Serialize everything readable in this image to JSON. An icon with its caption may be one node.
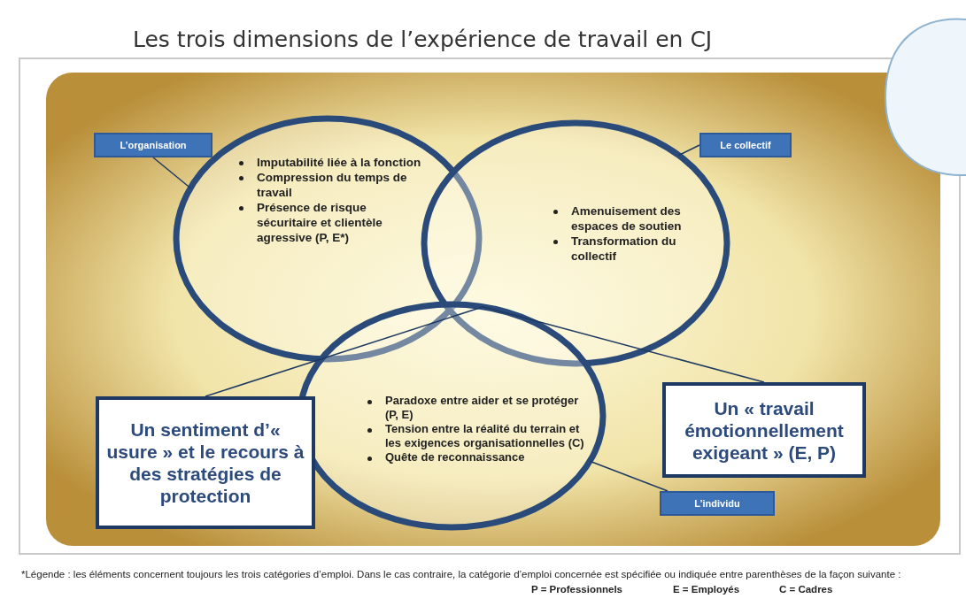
{
  "diagram": {
    "title": "Les trois dimensions de l’expérience de travail en CJ",
    "nodes": [
      {
        "text": [
          "L’organisation"
        ]
      },
      {
        "text": [
          "Imputabilité liée à la fonction",
          "Compression du temps de travail",
          "Présence de risque sécuritaire et clientèle agressive (P, E*)"
        ]
      },
      {
        "text": [
          "Le collectif"
        ]
      },
      {
        "text": [
          "Amenuisement des espaces de soutien",
          "Transformation du collectif"
        ]
      },
      {
        "text": [
          "Paradoxe entre aider et se protéger (P, E)",
          "Tension entre la réalité du terrain et les exigences organisationnelles (C)",
          "Quête de reconnaissance"
        ]
      },
      {
        "text": [
          "L’individu"
        ]
      },
      {
        "text": [
          "Un sentiment d’« usure » et le recours à des stratégies de protection"
        ]
      },
      {
        "text": [
          "Un « travail émotionnellement exigeant » (E, P)"
        ]
      }
    ],
    "edges": [
      {
        "from": 0,
        "to": 1,
        "arrow": "none"
      },
      {
        "from": 2,
        "to": 3,
        "arrow": "none"
      },
      {
        "from": 5,
        "to": 4,
        "arrow": "none"
      },
      {
        "from": 6,
        "to": 4,
        "arrow": "none"
      },
      {
        "from": 7,
        "to": 4,
        "arrow": "none"
      }
    ],
    "labels": [
      "*Légende : les éléments concernent toujours les trois catégories d’emploi. Dans le cas contraire, la catégorie d’emploi concernée est spécifiée ou indiquée entre parenthèses de la façon suivante :",
      "P = Professionnels",
      "E = Employés",
      "C = Cadres"
    ]
  }
}
